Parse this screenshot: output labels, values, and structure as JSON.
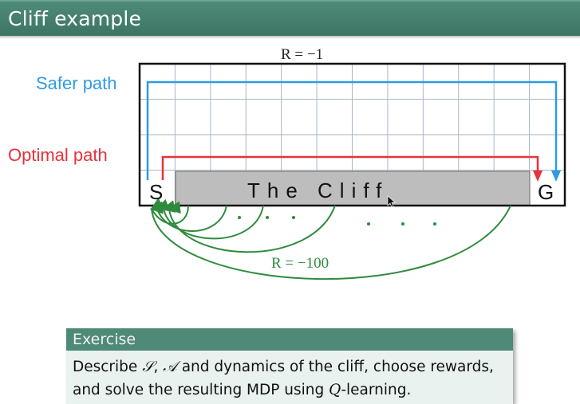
{
  "slide": {
    "title": "Cliff example"
  },
  "figure": {
    "safer_path_label": "Safer path",
    "optimal_path_label": "Optimal path",
    "step_reward": "R = −1",
    "cliff_reward": "R = −100",
    "start_cell": "S",
    "goal_cell": "G",
    "cliff_label": "The Cliff",
    "grid": {
      "columns": 12,
      "rows": 4
    },
    "colors": {
      "safer": "#2f9be0",
      "optimal": "#e8323a",
      "cliff_fall": "#2e8b3c",
      "cliff_fill": "#bdbdbd"
    }
  },
  "exercise": {
    "title": "Exercise",
    "line1_prefix": "Describe ",
    "S_symbol": "𝒮",
    "sep": ", ",
    "A_symbol": "𝒜",
    "line1_suffix": " and dynamics of the cliff, choose rewards,",
    "line2_prefix": "and solve the resulting MDP using ",
    "Q_symbol": "Q",
    "line2_suffix": "-learning."
  }
}
